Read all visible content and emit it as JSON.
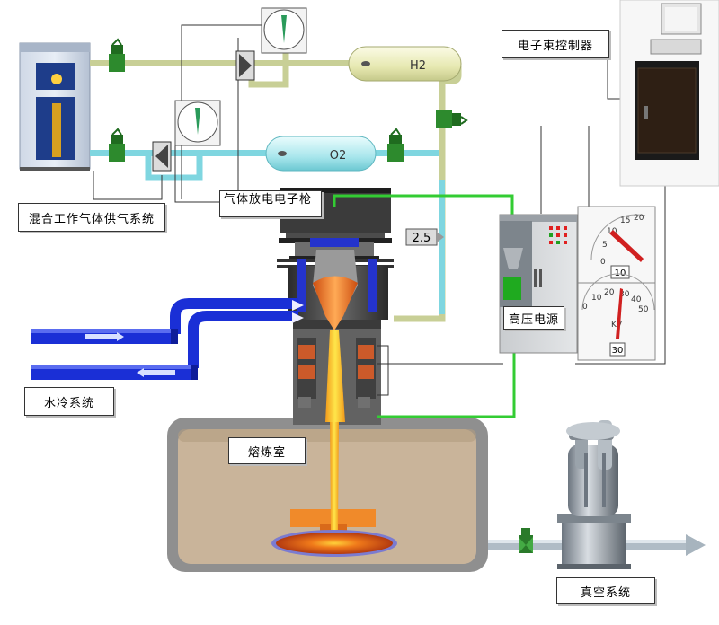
{
  "labels": {
    "gas_supply": "混合工作气体供气系统",
    "gas_gun": "气体放电电子枪",
    "eb_controller": "电子束控制器",
    "hv_power": "高压电源",
    "water_cooling": "水冷系统",
    "melting_chamber": "熔炼室",
    "vacuum_system": "真空系统"
  },
  "tanks": {
    "h2": "H2",
    "o2": "O2"
  },
  "flow_reading": "2.5",
  "meters": [
    {
      "min": "0",
      "ticks": [
        "0",
        "5",
        "10",
        "15",
        "20"
      ],
      "value": "10",
      "unit": ""
    },
    {
      "min": "0",
      "ticks": [
        "0",
        "10",
        "20",
        "30",
        "40",
        "50"
      ],
      "value": "30",
      "unit": "KV"
    }
  ],
  "colors": {
    "gas_pipe": "#c8cf96",
    "o2_pipe": "#7fd6e0",
    "hv_wire": "#33cc33",
    "water_pipe": "#1a2fd6",
    "chamber": "#c9b49a",
    "melt": "#e86a1a"
  }
}
